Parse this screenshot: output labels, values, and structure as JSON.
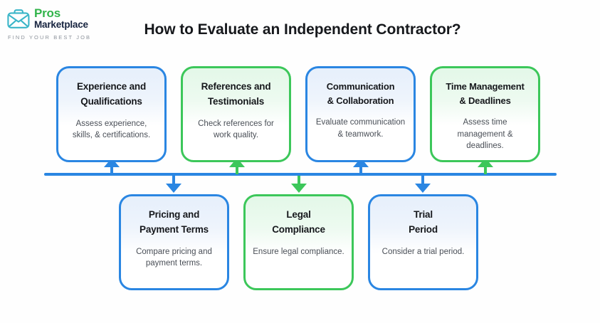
{
  "brand": {
    "name_part1": "Pros",
    "name_part2": "Marketplace",
    "tagline": "FIND YOUR BEST JOB",
    "icon": "briefcase-envelope-icon",
    "color_green": "#31b44a",
    "color_navy": "#16233f",
    "color_teal": "#3ab5c8"
  },
  "header": {
    "title": "How to Evaluate an Independent Contractor?"
  },
  "colors": {
    "blue": "#2a86e2",
    "green": "#3cc75a",
    "title_text": "#16181c",
    "body_text": "#4a4f57",
    "background": "#fefefe"
  },
  "diagram": {
    "type": "process-flow",
    "spine_color": "#2a86e2",
    "top_cards": [
      {
        "title": "Experience and Qualifications",
        "title_line1": "Experience and",
        "title_line2": "Qualifications",
        "body": "Assess experience, skills, & certifications.",
        "accent": "blue",
        "arrow": "up-arrow-blue"
      },
      {
        "title": "References and Testimonials",
        "title_line1": "References and",
        "title_line2": "Testimonials",
        "body": "Check references for work quality.",
        "accent": "green",
        "arrow": "up-arrow-green"
      },
      {
        "title": "Communication & Collaboration",
        "title_line1": "Communication",
        "title_line2": "& Collaboration",
        "body": "Evaluate communication & teamwork.",
        "accent": "blue",
        "arrow": "up-arrow-blue"
      },
      {
        "title": "Time Management & Deadlines",
        "title_line1": "Time Management",
        "title_line2": "& Deadlines",
        "body": "Assess time management & deadlines.",
        "accent": "green",
        "arrow": "up-arrow-green"
      }
    ],
    "bottom_cards": [
      {
        "title": "Pricing and Payment Terms",
        "title_line1": "Pricing and",
        "title_line2": "Payment Terms",
        "body": "Compare pricing and payment terms.",
        "accent": "blue",
        "arrow": "down-arrow-blue"
      },
      {
        "title": "Legal Compliance",
        "title_line1": "Legal",
        "title_line2": "Compliance",
        "body": "Ensure legal compliance.",
        "accent": "green",
        "arrow": "down-arrow-green"
      },
      {
        "title": "Trial Period",
        "title_line1": "Trial",
        "title_line2": "Period",
        "body": "Consider a trial period.",
        "accent": "blue",
        "arrow": "down-arrow-blue"
      }
    ]
  }
}
